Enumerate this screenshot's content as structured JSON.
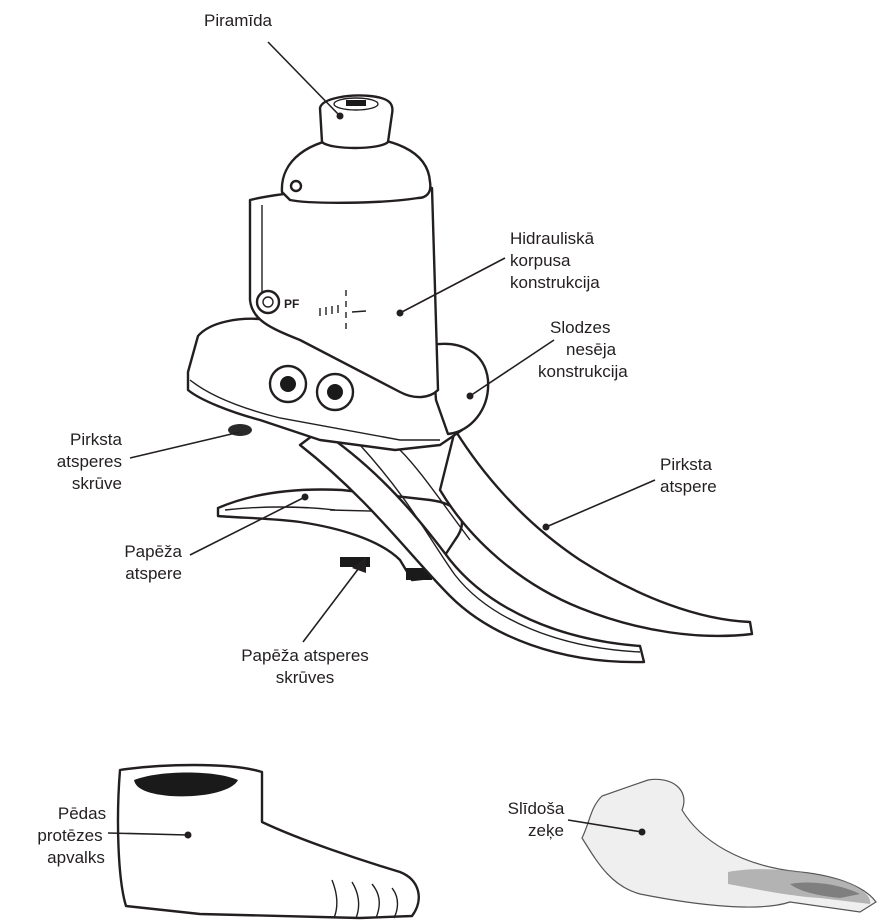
{
  "labels": {
    "piramida": "Piramīda",
    "hidraul_1": "Hidrauliskā",
    "hidraul_2": "korpusa",
    "hidraul_3": "konstrukcija",
    "slodzes_1": "Slodzes",
    "slodzes_2": "nesēja",
    "slodzes_3": "konstrukcija",
    "pirksta_skruve_1": "Pirksta",
    "pirksta_skruve_2": "atsperes",
    "pirksta_skruve_3": "skrūve",
    "pirksta_atspere_1": "Pirksta",
    "pirksta_atspere_2": "atspere",
    "papeza_atspere_1": "Papēža",
    "papeza_atspere_2": "atspere",
    "papeza_skruves_1": "Papēža atsperes",
    "papeza_skruves_2": "skrūves",
    "apvalks_1": "Pēdas",
    "apvalks_2": "protēzes",
    "apvalks_3": "apvalks",
    "zeke_1": "Slīdoša",
    "zeke_2": "zeķe"
  },
  "housing_marking": "PF",
  "colors": {
    "outline": "#231f20",
    "fill": "#ffffff",
    "shade": "#d9d9d9",
    "dark": "#1a1a1a"
  }
}
